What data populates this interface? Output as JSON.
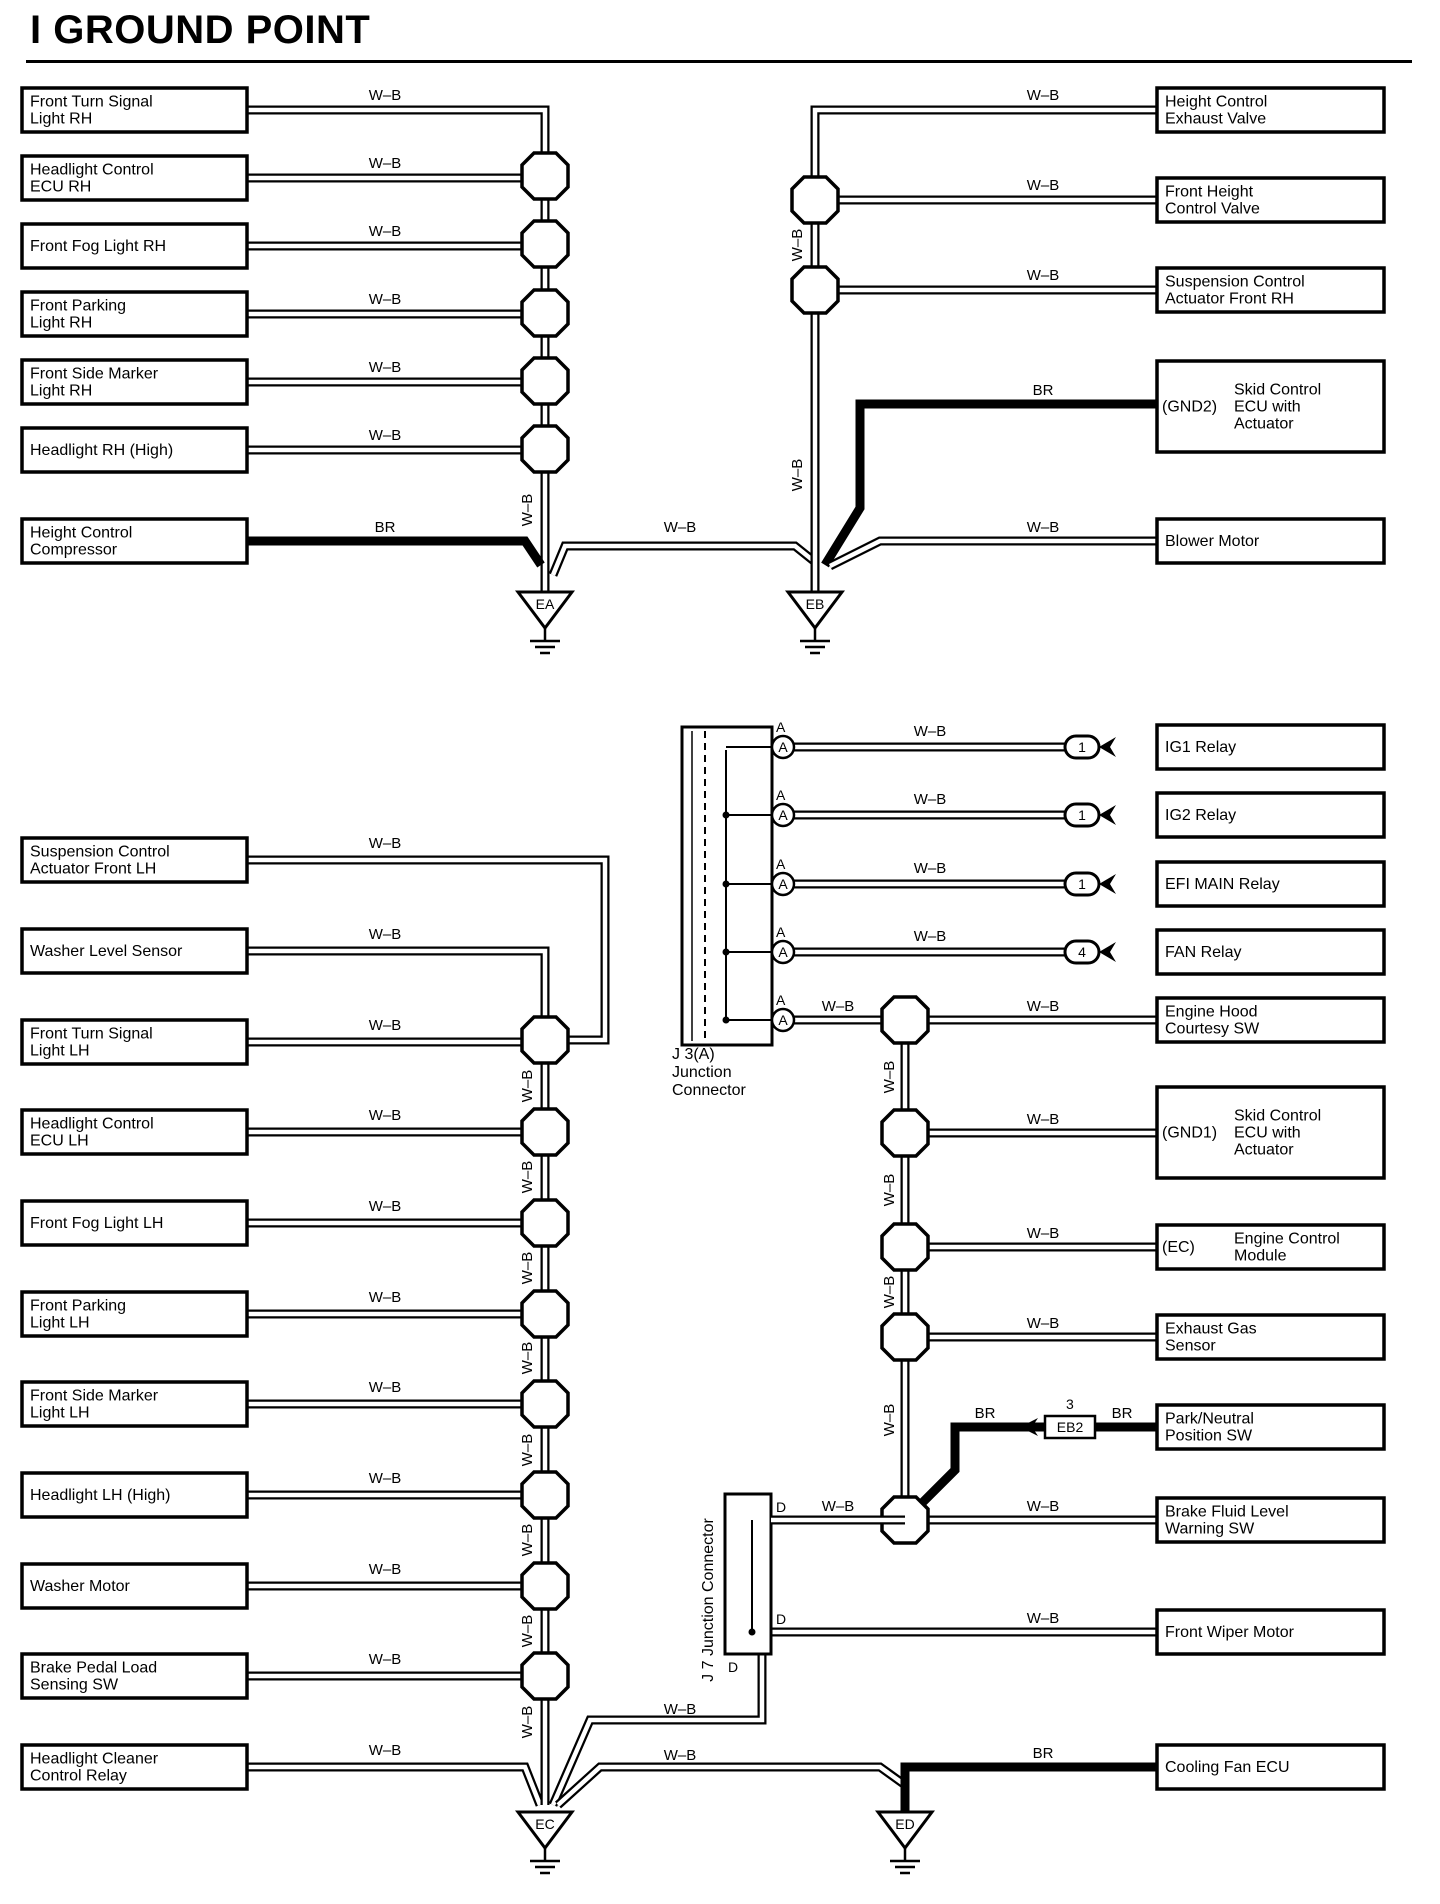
{
  "title": "I  GROUND POINT",
  "colors": {
    "wire_wb": "#ffffff",
    "wire_br": "#000000",
    "line": "#000000"
  },
  "wire_codes": {
    "wb": "W–B",
    "br": "BR"
  },
  "grounds": {
    "ea": "EA",
    "eb": "EB",
    "ec": "EC",
    "ed": "ED"
  },
  "components": {
    "front_turn_signal_rh": [
      "Front Turn Signal",
      "Light RH"
    ],
    "headlight_control_ecu_rh": [
      "Headlight Control",
      "ECU RH"
    ],
    "front_fog_light_rh": [
      "Front Fog Light RH"
    ],
    "front_parking_light_rh": [
      "Front Parking",
      "Light RH"
    ],
    "front_side_marker_rh": [
      "Front Side Marker",
      "Light RH"
    ],
    "headlight_rh_high": [
      "Headlight RH (High)"
    ],
    "height_control_compressor": [
      "Height Control",
      "Compressor"
    ],
    "height_control_exhaust_valve": [
      "Height Control",
      "Exhaust Valve"
    ],
    "front_height_control_valve": [
      "Front Height",
      "Control Valve"
    ],
    "suspension_actuator_front_rh": [
      "Suspension Control",
      "Actuator Front RH"
    ],
    "skid_control_ecu_gnd2": {
      "pin": "(GND2)",
      "lines": [
        "Skid Control",
        "ECU with",
        "Actuator"
      ]
    },
    "blower_motor": [
      "Blower Motor"
    ],
    "suspension_actuator_front_lh": [
      "Suspension Control",
      "Actuator Front LH"
    ],
    "washer_level_sensor": [
      "Washer Level Sensor"
    ],
    "front_turn_signal_lh": [
      "Front Turn Signal",
      "Light LH"
    ],
    "headlight_control_ecu_lh": [
      "Headlight Control",
      "ECU LH"
    ],
    "front_fog_light_lh": [
      "Front Fog Light LH"
    ],
    "front_parking_light_lh": [
      "Front Parking",
      "Light LH"
    ],
    "front_side_marker_lh": [
      "Front Side Marker",
      "Light LH"
    ],
    "headlight_lh_high": [
      "Headlight LH (High)"
    ],
    "washer_motor": [
      "Washer Motor"
    ],
    "brake_pedal_load_sensing_sw": [
      "Brake Pedal Load",
      "Sensing SW"
    ],
    "headlight_cleaner_control_relay": [
      "Headlight Cleaner",
      "Control Relay"
    ],
    "ig1_relay": [
      "IG1 Relay"
    ],
    "ig2_relay": [
      "IG2 Relay"
    ],
    "efi_main_relay": [
      "EFI MAIN Relay"
    ],
    "fan_relay": [
      "FAN Relay"
    ],
    "engine_hood_courtesy_sw": [
      "Engine Hood",
      "Courtesy SW"
    ],
    "skid_control_ecu_gnd1": {
      "pin": "(GND1)",
      "lines": [
        "Skid Control",
        "ECU with",
        "Actuator"
      ]
    },
    "engine_control_module": {
      "pin": "(EC)",
      "lines": [
        "Engine Control",
        "Module"
      ]
    },
    "exhaust_gas_sensor": [
      "Exhaust Gas",
      "Sensor"
    ],
    "park_neutral_position_sw": [
      "Park/Neutral",
      "Position SW"
    ],
    "brake_fluid_level_warning_sw": [
      "Brake Fluid Level",
      "Warning SW"
    ],
    "front_wiper_motor": [
      "Front Wiper Motor"
    ],
    "cooling_fan_ecu": [
      "Cooling Fan ECU"
    ]
  },
  "connectors": {
    "j3": {
      "name": "J 3(A)",
      "desc": [
        "Junction",
        "Connector"
      ],
      "pin": "A"
    },
    "j7": {
      "name": "J 7",
      "desc": "Junction Connector",
      "pin": "D"
    },
    "eb2": {
      "name": "EB2",
      "pin": "3"
    },
    "relay_pins": [
      "1",
      "1",
      "1",
      "4"
    ]
  }
}
